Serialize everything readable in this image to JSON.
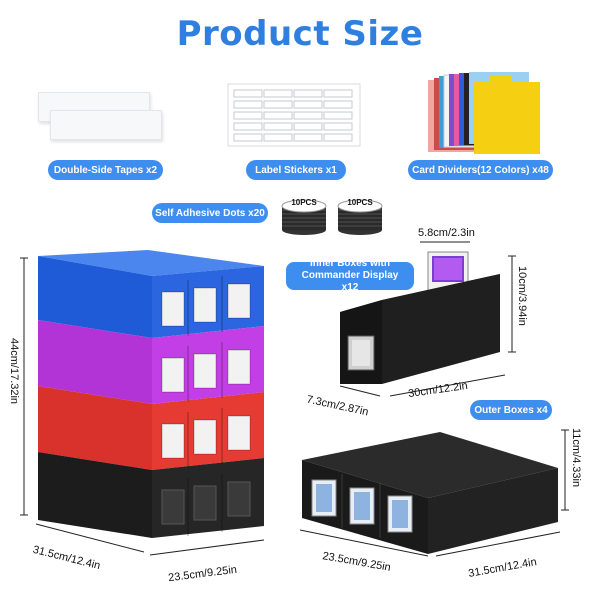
{
  "title": "Product Size",
  "accessories": {
    "tapes_label": "Double-Side Tapes x2",
    "stickers_label": "Label Stickers x1",
    "dividers_label": "Card Dividers(12 Colors) x48",
    "dots_label": "Self Adhesive Dots x20",
    "roll_count_left": "10PCS",
    "roll_count_right": "10PCS"
  },
  "inner_box": {
    "label_line1": "Inner Boxes with",
    "label_line2": "Commander Display x12",
    "width_dim": "5.8cm/2.3in",
    "height_dim": "10cm/3.94in",
    "depth_dim": "7.3cm/2.87in",
    "length_dim": "30cm/12.2in"
  },
  "outer_box": {
    "label": "Outer Boxes x4",
    "height_dim": "11cm/4.33in",
    "width_dim": "23.5cm/9.25in",
    "depth_dim": "31.5cm/12.4in"
  },
  "stack": {
    "height_dim": "44cm/17.32in",
    "depth_dim": "31.5cm/12.4in",
    "width_dim": "23.5cm/9.25in"
  },
  "colors": {
    "accent": "#3e8ef0",
    "title": "#2f7fe0",
    "box_blue": "#1f5bd6",
    "box_magenta": "#b233d6",
    "box_red": "#d9312b",
    "box_black": "#1c1c1c",
    "divider_yellow": "#f4cf12"
  }
}
